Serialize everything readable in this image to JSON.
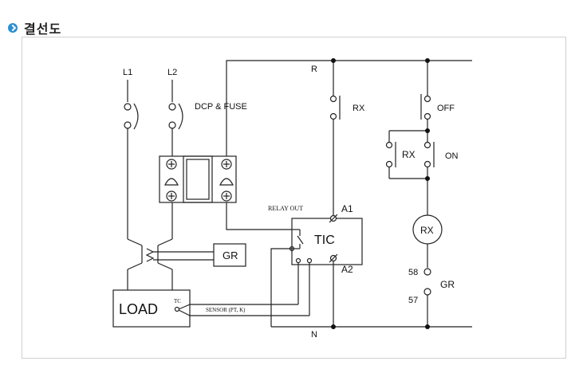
{
  "header": {
    "title": "결선도"
  },
  "diagram": {
    "labels": {
      "l1": "L1",
      "l2": "L2",
      "fuse": "DCP & FUSE",
      "r": "R",
      "n": "N",
      "rx_contact": "RX",
      "off": "OFF",
      "on": "ON",
      "rx_hold": "RX",
      "rx_coil": "RX",
      "relay_out": "RELAY OUT",
      "a1": "A1",
      "a2": "A2",
      "tic": "TIC",
      "gr_box": "GR",
      "load": "LOAD",
      "tc": "TC",
      "sensor": "SENSOR (PT, K)",
      "t58": "58",
      "t57": "57",
      "gr_lamp": "GR"
    }
  }
}
